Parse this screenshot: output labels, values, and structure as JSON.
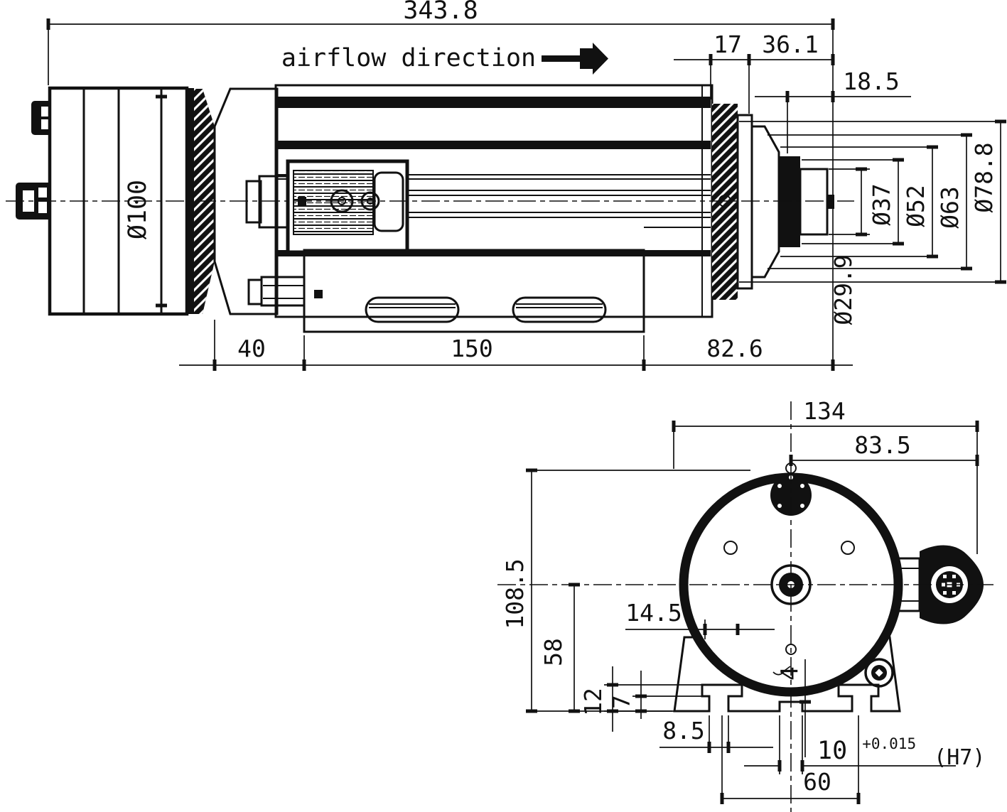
{
  "colors": {
    "ink": "#111111",
    "paper": "#ffffff"
  },
  "side_view": {
    "airflow_label": "airflow direction",
    "overall_length": "343.8",
    "collet_nut_width": "17",
    "nose_length": "36.1",
    "shaft_end_length": "18.5",
    "housing_diameter": "Ø100",
    "rear_to_base": "40",
    "base_length": "150",
    "nose_section_length": "82.6",
    "dia_shaft_end": "Ø29.9",
    "dia_37": "Ø37",
    "dia_52": "Ø52",
    "dia_63": "Ø63",
    "dia_78_8": "Ø78.8"
  },
  "front_view": {
    "overall_width": "134",
    "connector_offset": "83.5",
    "overall_height": "108.5",
    "axis_height": "58",
    "slot_offset": "14.5",
    "tslot_depth": "12",
    "tslot_lip": "7",
    "tslot_opening": "8.5",
    "key_depth": "4",
    "key_width": "10",
    "key_tolerance": "+0.015",
    "key_fit": "(H7)",
    "slot_spacing": "60"
  }
}
